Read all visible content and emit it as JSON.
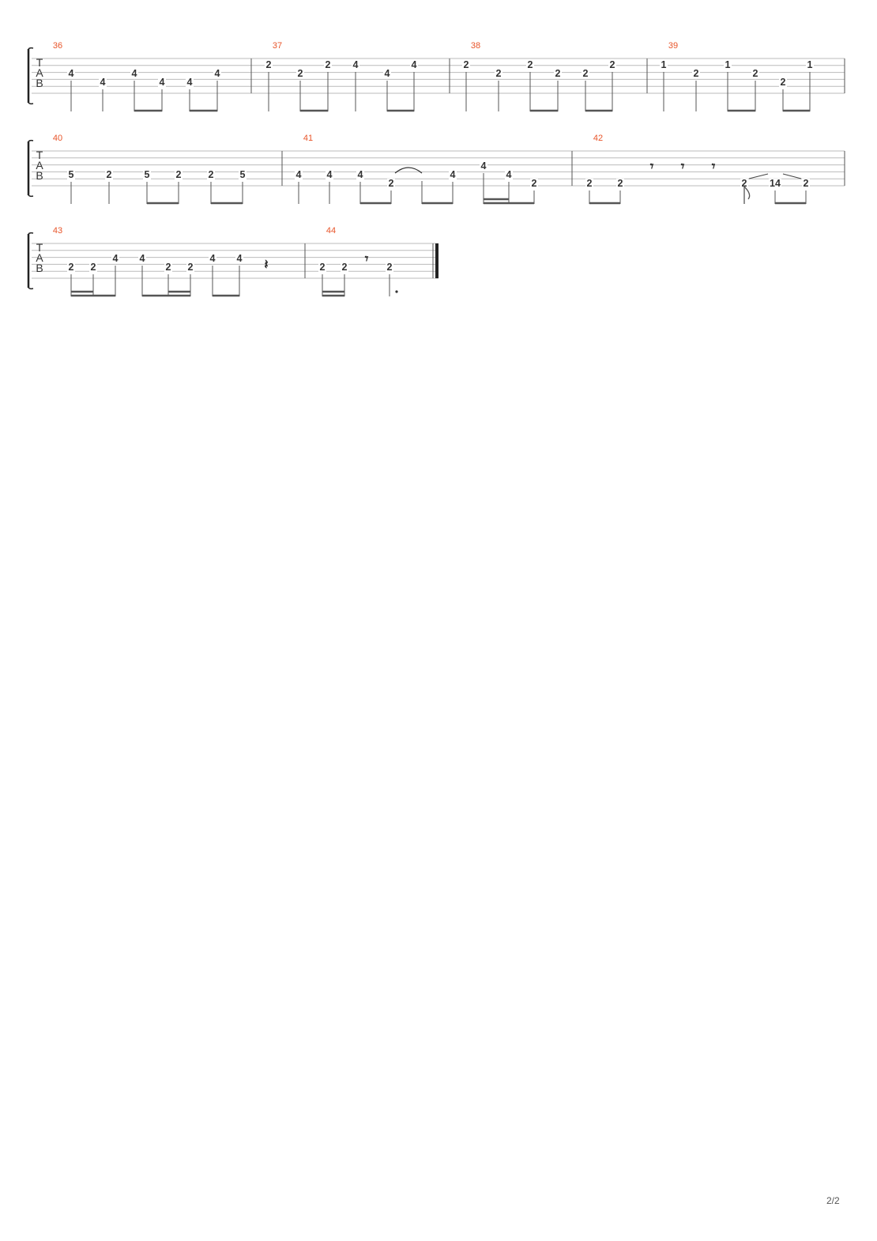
{
  "page": {
    "number": "2/2"
  },
  "tab_letters": [
    "T",
    "A",
    "B"
  ],
  "measures": [
    {
      "number": "36",
      "notes": [
        {
          "fret": "4",
          "string": 2
        },
        {
          "fret": "4",
          "string": 3
        },
        {
          "fret": "4",
          "string": 2
        },
        {
          "fret": "4",
          "string": 3
        },
        {
          "fret": "4",
          "string": 3
        },
        {
          "fret": "4",
          "string": 2
        }
      ]
    },
    {
      "number": "37",
      "notes": [
        {
          "fret": "2",
          "string": 1
        },
        {
          "fret": "2",
          "string": 2
        },
        {
          "fret": "2",
          "string": 1
        },
        {
          "fret": "4",
          "string": 1
        },
        {
          "fret": "4",
          "string": 2
        },
        {
          "fret": "4",
          "string": 1
        }
      ]
    },
    {
      "number": "38",
      "notes": [
        {
          "fret": "2",
          "string": 1
        },
        {
          "fret": "2",
          "string": 2
        },
        {
          "fret": "2",
          "string": 1
        },
        {
          "fret": "2",
          "string": 2
        },
        {
          "fret": "2",
          "string": 2
        },
        {
          "fret": "2",
          "string": 1
        }
      ]
    },
    {
      "number": "39",
      "notes": [
        {
          "fret": "1",
          "string": 1
        },
        {
          "fret": "2",
          "string": 2
        },
        {
          "fret": "1",
          "string": 1
        },
        {
          "fret": "2",
          "string": 2
        },
        {
          "fret": "2",
          "string": 3
        },
        {
          "fret": "1",
          "string": 1
        }
      ]
    },
    {
      "number": "40",
      "notes": [
        {
          "fret": "5",
          "string": 3
        },
        {
          "fret": "2",
          "string": 3
        },
        {
          "fret": "5",
          "string": 3
        },
        {
          "fret": "2",
          "string": 3
        },
        {
          "fret": "2",
          "string": 3
        },
        {
          "fret": "5",
          "string": 3
        }
      ]
    },
    {
      "number": "41",
      "notes": [
        {
          "fret": "4",
          "string": 3
        },
        {
          "fret": "4",
          "string": 3
        },
        {
          "fret": "4",
          "string": 3
        },
        {
          "fret": "2",
          "string": 4
        },
        {
          "fret": "4",
          "string": 3
        },
        {
          "fret": "4",
          "string": 2
        },
        {
          "fret": "4",
          "string": 3
        },
        {
          "fret": "2",
          "string": 4
        }
      ]
    },
    {
      "number": "42",
      "notes": [
        {
          "fret": "2",
          "string": 4
        },
        {
          "fret": "2",
          "string": 4
        },
        {
          "fret": "2",
          "string": 4
        },
        {
          "fret": "14",
          "string": 4
        },
        {
          "fret": "2",
          "string": 4
        }
      ]
    },
    {
      "number": "43",
      "notes": [
        {
          "fret": "2",
          "string": 3
        },
        {
          "fret": "2",
          "string": 3
        },
        {
          "fret": "4",
          "string": 2
        },
        {
          "fret": "4",
          "string": 2
        },
        {
          "fret": "2",
          "string": 3
        },
        {
          "fret": "2",
          "string": 3
        },
        {
          "fret": "4",
          "string": 2
        },
        {
          "fret": "4",
          "string": 2
        }
      ]
    },
    {
      "number": "44",
      "notes": [
        {
          "fret": "2",
          "string": 3
        },
        {
          "fret": "2",
          "string": 3
        },
        {
          "fret": "2",
          "string": 3
        }
      ]
    }
  ]
}
